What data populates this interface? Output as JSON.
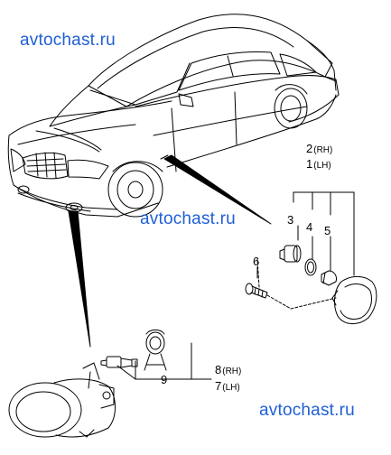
{
  "watermarks": [
    "avtochast.ru",
    "avtochast.ru",
    "avtochast.ru"
  ],
  "callouts": {
    "c2": "2",
    "c2_side": "(RH)",
    "c1": "1",
    "c1_side": "(LH)",
    "c3": "3",
    "c4": "4",
    "c5": "5",
    "c6": "6",
    "c8": "8",
    "c8_side": "(RH)",
    "c7": "7",
    "c7_side": "(LH)",
    "c9": "9"
  },
  "colors": {
    "watermark": "#1f5fd6",
    "line": "#000000"
  }
}
